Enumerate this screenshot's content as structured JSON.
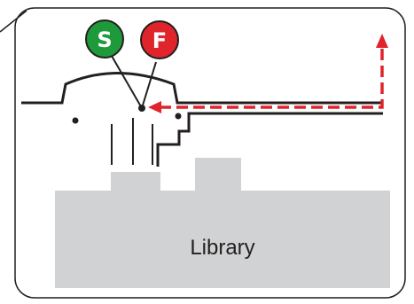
{
  "markers": {
    "start": {
      "letter": "S",
      "color": "#1f9a3a"
    },
    "finish": {
      "letter": "F",
      "color": "#e0242b"
    }
  },
  "library": {
    "label": "Library",
    "fill": "#d1d2d4"
  },
  "path": {
    "color": "#e0242b",
    "style": "dashed"
  },
  "icons": {
    "arrow_left": "arrow-left-icon",
    "arrow_up": "arrow-up-icon"
  }
}
